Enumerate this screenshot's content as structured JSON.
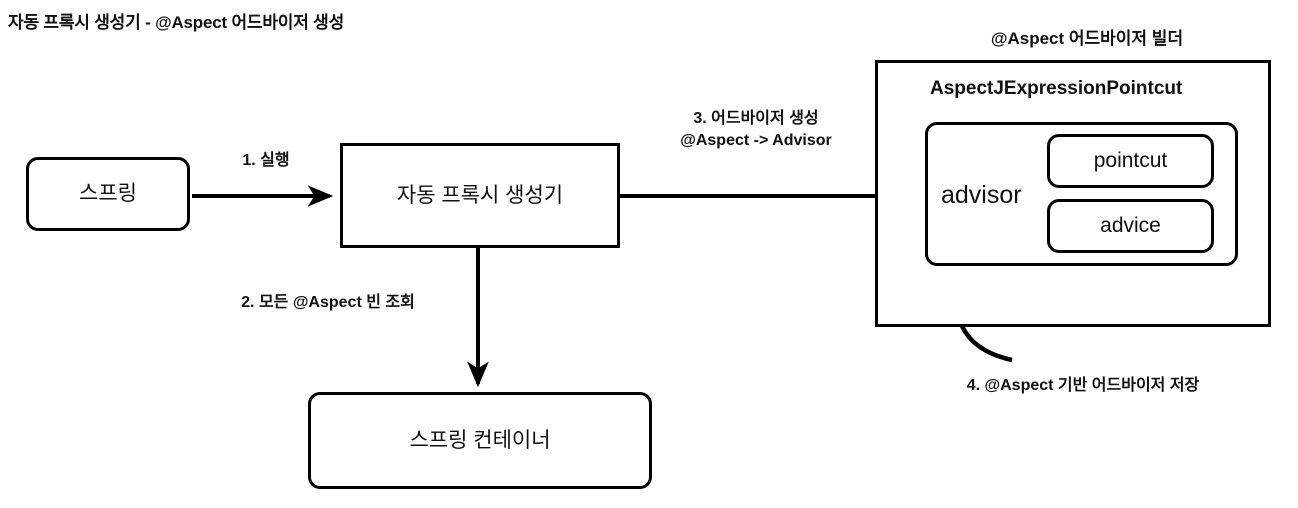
{
  "diagram": {
    "title": "자동 프록시 생성기 - @Aspect 어드바이저 생성",
    "builder_title": "@Aspect 어드바이저 빌더",
    "nodes": {
      "spring": "스프링",
      "auto_proxy_creator": "자동 프록시 생성기",
      "spring_container": "스프링 컨테이너",
      "advisor": "advisor",
      "pointcut": "pointcut",
      "advice": "advice",
      "pointcut_class": "AspectJExpressionPointcut"
    },
    "edges": {
      "step1": "1. 실행",
      "step2": "2. 모든 @Aspect 빈 조회",
      "step3_line1": "3. 어드바이저 생성",
      "step3_line2": "@Aspect -> Advisor",
      "step4": "4. @Aspect 기반 어드바이저 저장"
    },
    "colors": {
      "stroke": "#000000",
      "background": "#ffffff",
      "text": "#111111"
    }
  }
}
